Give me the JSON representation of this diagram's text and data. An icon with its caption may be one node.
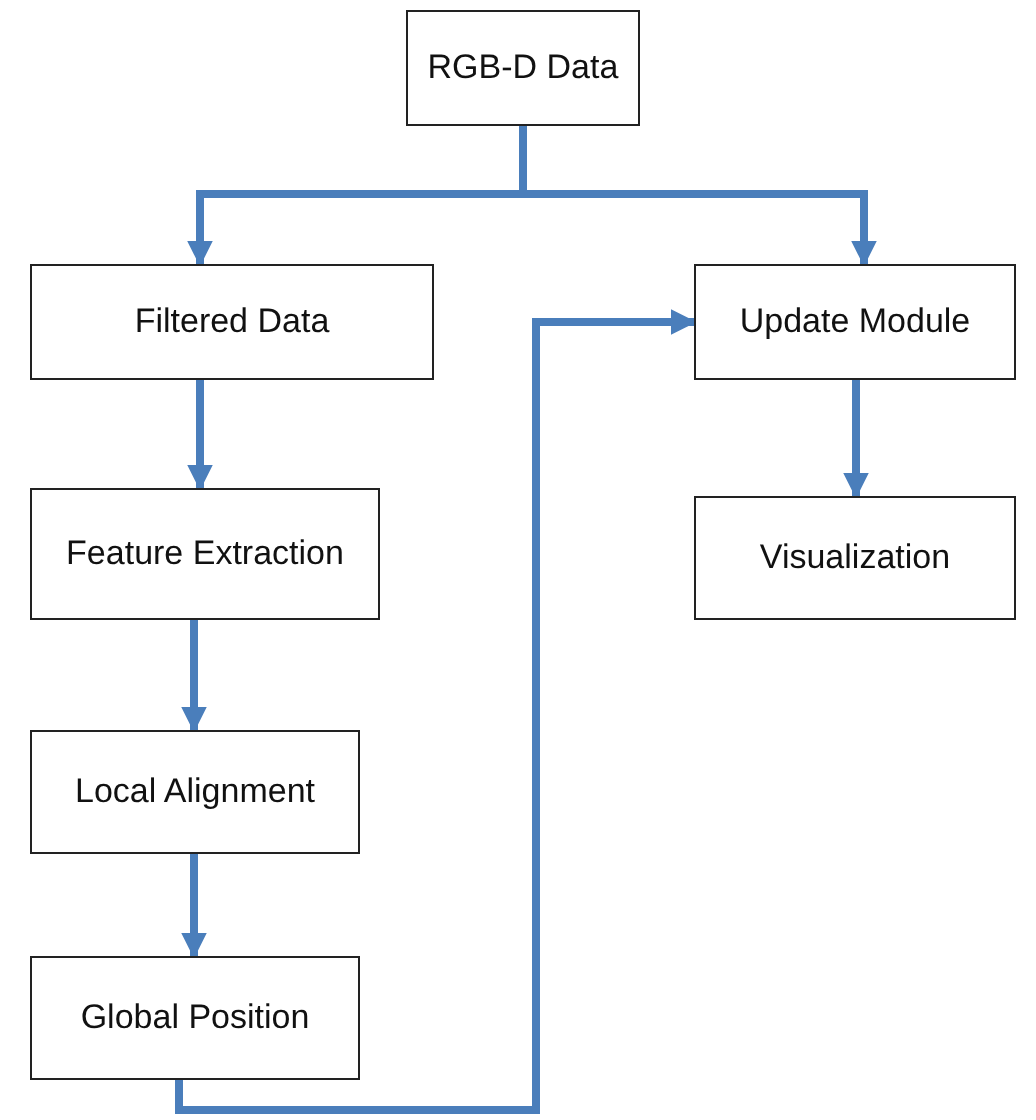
{
  "diagram": {
    "nodes": [
      {
        "text": [
          "RGB-D Data"
        ]
      },
      {
        "text": [
          "Filtered Data"
        ]
      },
      {
        "text": [
          "Feature Extraction"
        ]
      },
      {
        "text": [
          "Local Alignment"
        ]
      },
      {
        "text": [
          "Global Position"
        ]
      },
      {
        "text": [
          "Update Module"
        ]
      },
      {
        "text": [
          "Visualization"
        ]
      }
    ],
    "edges": [
      {
        "from": 0,
        "to": 1,
        "arrow": "to"
      },
      {
        "from": 0,
        "to": 5,
        "arrow": "to"
      },
      {
        "from": 1,
        "to": 2,
        "arrow": "to"
      },
      {
        "from": 2,
        "to": 3,
        "arrow": "to"
      },
      {
        "from": 3,
        "to": 4,
        "arrow": "to"
      },
      {
        "from": 4,
        "to": 5,
        "arrow": "to"
      },
      {
        "from": 5,
        "to": 6,
        "arrow": "to"
      }
    ]
  }
}
